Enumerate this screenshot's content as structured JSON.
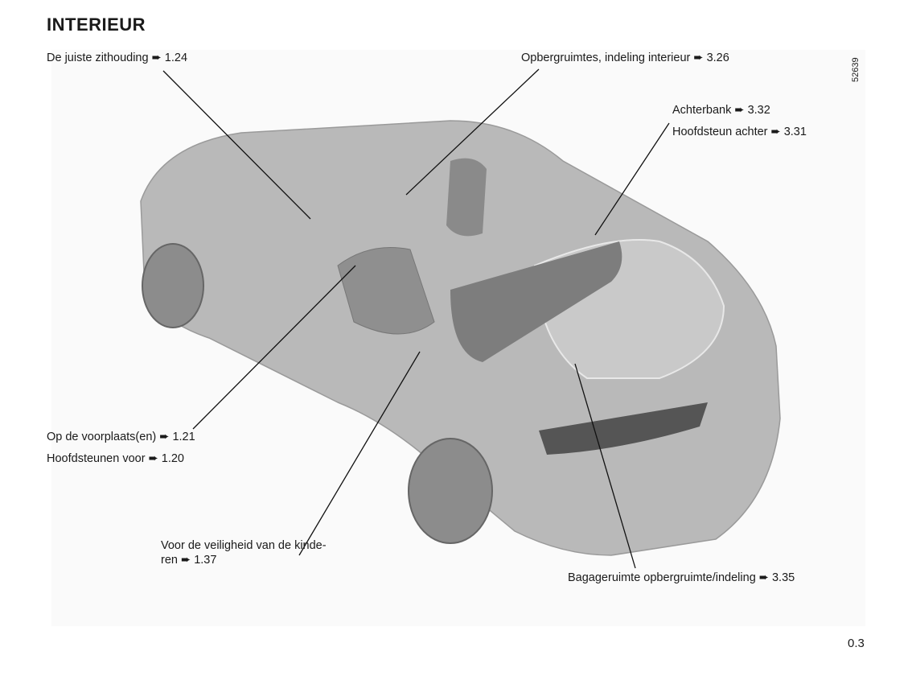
{
  "title": "INTERIEUR",
  "arrow": "➨",
  "image_ref": "52639",
  "page_number": "0.3",
  "callouts": [
    {
      "text": "De juiste zithouding",
      "page": "1.24"
    },
    {
      "text": "Opbergruimtes, indeling interieur",
      "page": "3.26"
    },
    {
      "text": "Achterbank",
      "page": "3.32"
    },
    {
      "text": "Hoofdsteun achter",
      "page": "3.31"
    },
    {
      "text": "Op de voorplaats(en)",
      "page": "1.21"
    },
    {
      "text": "Hoofdsteunen voor",
      "page": "1.20"
    },
    {
      "text": "Voor de veiligheid van de kinde-",
      "text2": "ren",
      "page": "1.37"
    },
    {
      "text": "Bagageruimte opbergruimte/indeling",
      "page": "3.35"
    }
  ]
}
